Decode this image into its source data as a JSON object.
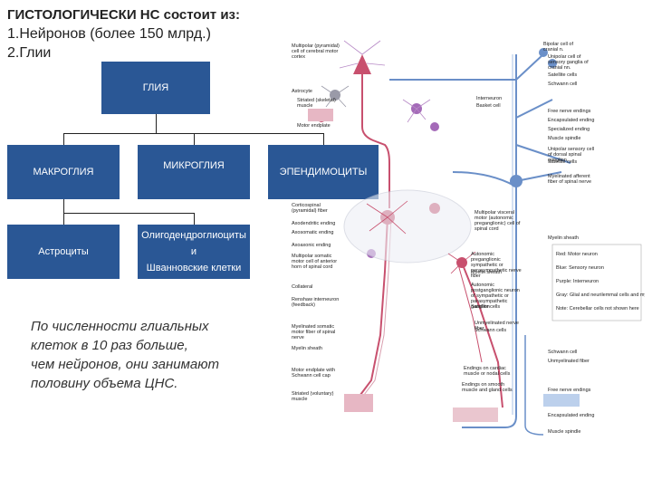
{
  "title": {
    "line1": "ГИСТОЛОГИЧЕСКИ НС состоит из:",
    "line2": "1.Нейронов (более 150 млрд.)",
    "line3": "2.Глии"
  },
  "boxes": {
    "glia": "ГЛИЯ",
    "macroglia": "МАКРОГЛИЯ",
    "microglia": "МИКРОГЛИЯ",
    "ependyma": "ЭПЕНДИМОЦИТЫ",
    "astrocytes": "Астроциты",
    "oligo_line1": "Олигодендроглиоциты",
    "oligo_line2": "и",
    "oligo_line3": "Шванновские клетки"
  },
  "note": {
    "line1": "По численности глиальных",
    "line2": "клеток в 10 раз больше,",
    "line3": "чем нейронов, они занимают",
    "line4": "половину объема ЦНС."
  },
  "illustration": {
    "left_labels": [
      "Multipolar (pyramidal) cell of cerebral motor cortex",
      "Astrocyte",
      "Striated (skeletal) muscle",
      "Motor endplate",
      "Corticospinal (pyramidal) fiber",
      "Axodendritic ending",
      "Axosomatic ending",
      "Axoaxonic ending",
      "Multipolar somatic motor cell of anterior horn of spinal cord",
      "Collateral",
      "Renshaw interneuron (feedback)",
      "Myelinated somatic motor fiber of spinal nerve",
      "Myelin sheath",
      "Motor endplate with Schwann cell cap",
      "Striated (voluntary) muscle"
    ],
    "right_labels": [
      "Bipolar cell of cranial n.",
      "Unipolar cell of sensory ganglia of cranial nn.",
      "Satellite cells",
      "Schwann cell",
      "Free nerve endings",
      "Encapsulated ending",
      "Specialized ending",
      "Muscle spindle",
      "Unipolar sensory cell of dorsal spinal ganglion",
      "Satellite cells",
      "Myelinated afferent fiber of spinal nerve",
      "Myelin sheath",
      "Schwann cell",
      "Unmyelinated fiber",
      "Free nerve endings",
      "Encapsulated ending",
      "Muscle spindle"
    ],
    "center_labels": [
      "Interneuron",
      "Basket cell",
      "Multipolar visceral motor (autonomic preganglionic) cell of spinal cord",
      "Autonomic preganglionic sympathetic or parasympathetic nerve fiber",
      "Myelin sheath",
      "Autonomic postganglionic neuron of sympathetic or parasympathetic ganglion",
      "Satellite cells",
      "Unmyelinated nerve fiber",
      "Schwann cells",
      "Endings on cardiac muscle or nodal cells",
      "Endings on smooth muscle and gland cells"
    ],
    "legend": [
      "Red: Motor neuron",
      "Blue: Sensory neuron",
      "Purple: Interneuron",
      "Gray: Glial and neurilemmal cells and myelin",
      "Note: Cerebellar cells not shown here"
    ],
    "colors": {
      "motor": "#c8506e",
      "sensory": "#6a8fc8",
      "interneuron": "#a46ab8",
      "glia": "#9a9aa8",
      "box": "#2a5795"
    }
  }
}
